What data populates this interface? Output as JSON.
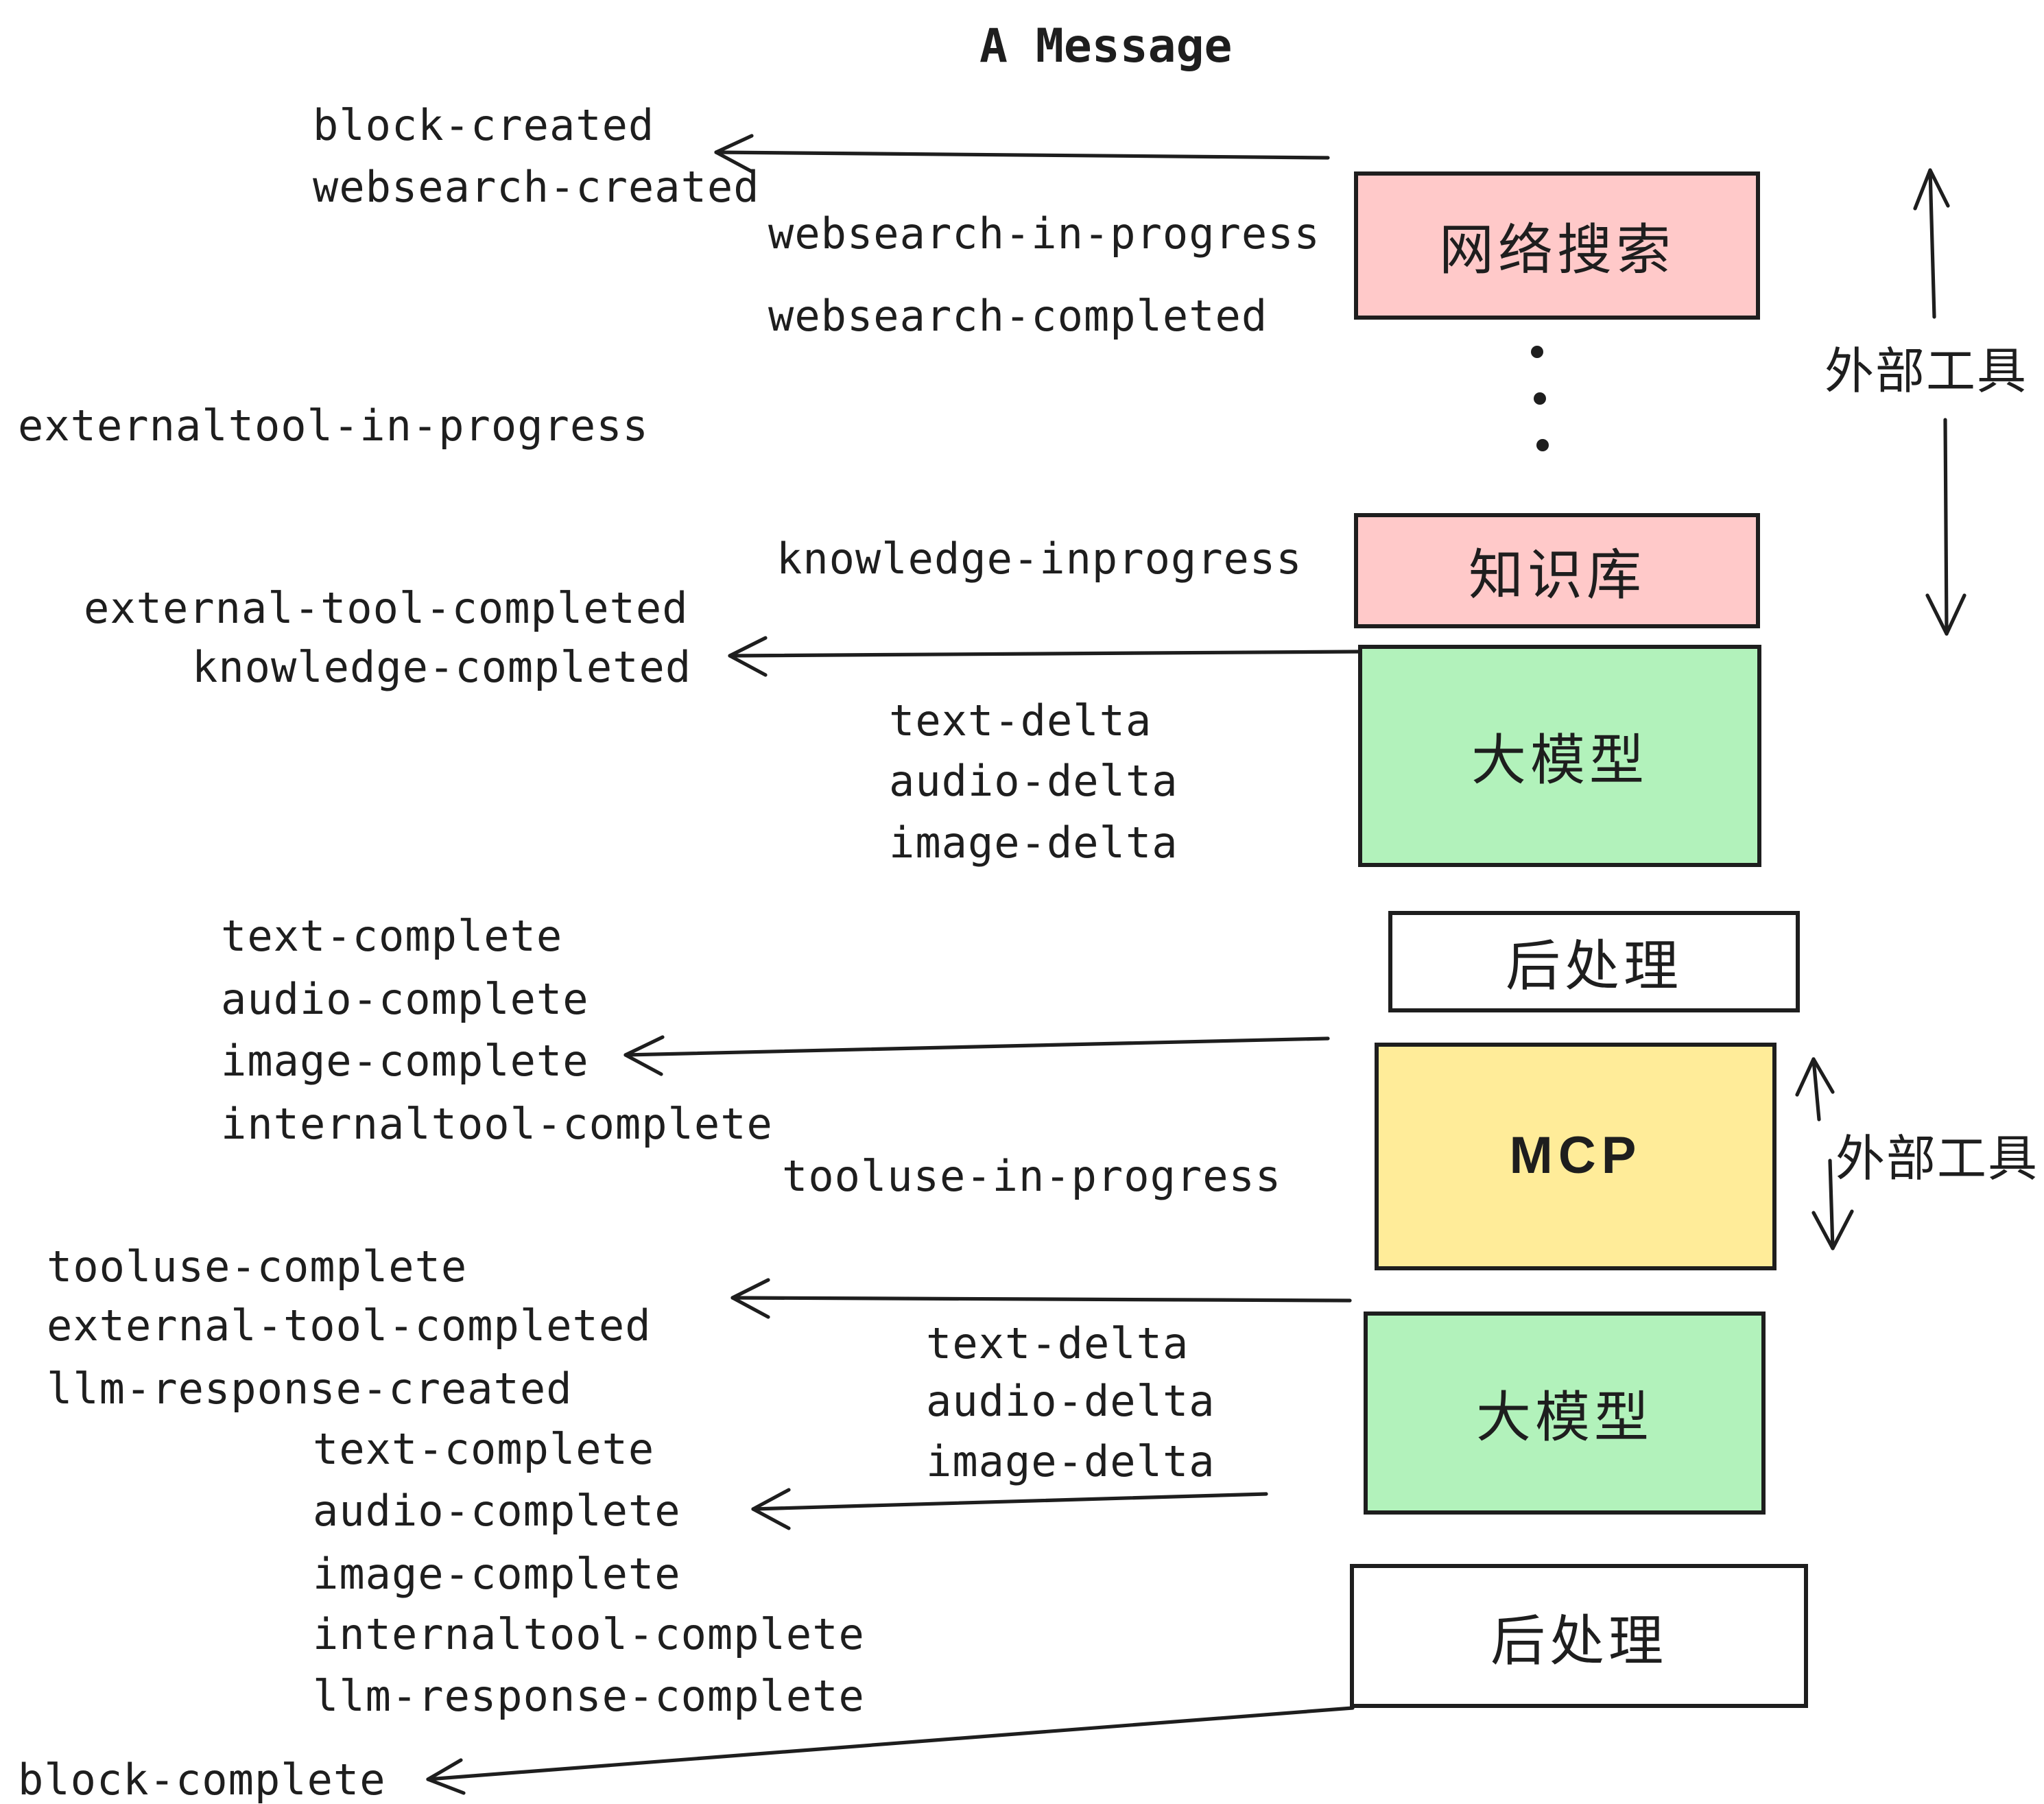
{
  "title": "A Message",
  "colors": {
    "stroke": "#1e1e1e",
    "pink": "#ffc9c9",
    "green": "#b2f2bb",
    "yellow": "#ffec99",
    "white": "#ffffff",
    "background": "#ffffff"
  },
  "boxes": {
    "websearch": {
      "label": "网络搜索",
      "fill": "#ffc9c9"
    },
    "knowledge": {
      "label": "知识库",
      "fill": "#ffc9c9"
    },
    "llm_top": {
      "label": "大模型",
      "fill": "#b2f2bb"
    },
    "post_top": {
      "label": "后处理",
      "fill": "#ffffff"
    },
    "mcp": {
      "label": "MCP",
      "fill": "#ffec99"
    },
    "llm_bottom": {
      "label": "大模型",
      "fill": "#b2f2bb"
    },
    "post_bottom": {
      "label": "后处理",
      "fill": "#ffffff"
    }
  },
  "annotations": {
    "external_tools_top": "外部工具",
    "external_tools_bottom": "外部工具"
  },
  "events": {
    "block_created": "block-created",
    "websearch_created": "websearch-created",
    "websearch_in_progress": "websearch-in-progress",
    "websearch_completed": "websearch-completed",
    "externaltool_in_progress": "externaltool-in-progress",
    "knowledge_inprogress": "knowledge-inprogress",
    "external_tool_completed": "external-tool-completed",
    "knowledge_completed": "knowledge-completed",
    "text_delta": "text-delta",
    "audio_delta": "audio-delta",
    "image_delta": "image-delta",
    "text_complete": "text-complete",
    "audio_complete": "audio-complete",
    "image_complete": "image-complete",
    "internaltool_complete": "internaltool-complete",
    "tooluse_in_progress": "tooluse-in-progress",
    "tooluse_complete": "tooluse-complete",
    "llm_response_created": "llm-response-created",
    "llm_response_complete": "llm-response-complete",
    "block_complete": "block-complete"
  },
  "ellipsis_dots": 3
}
